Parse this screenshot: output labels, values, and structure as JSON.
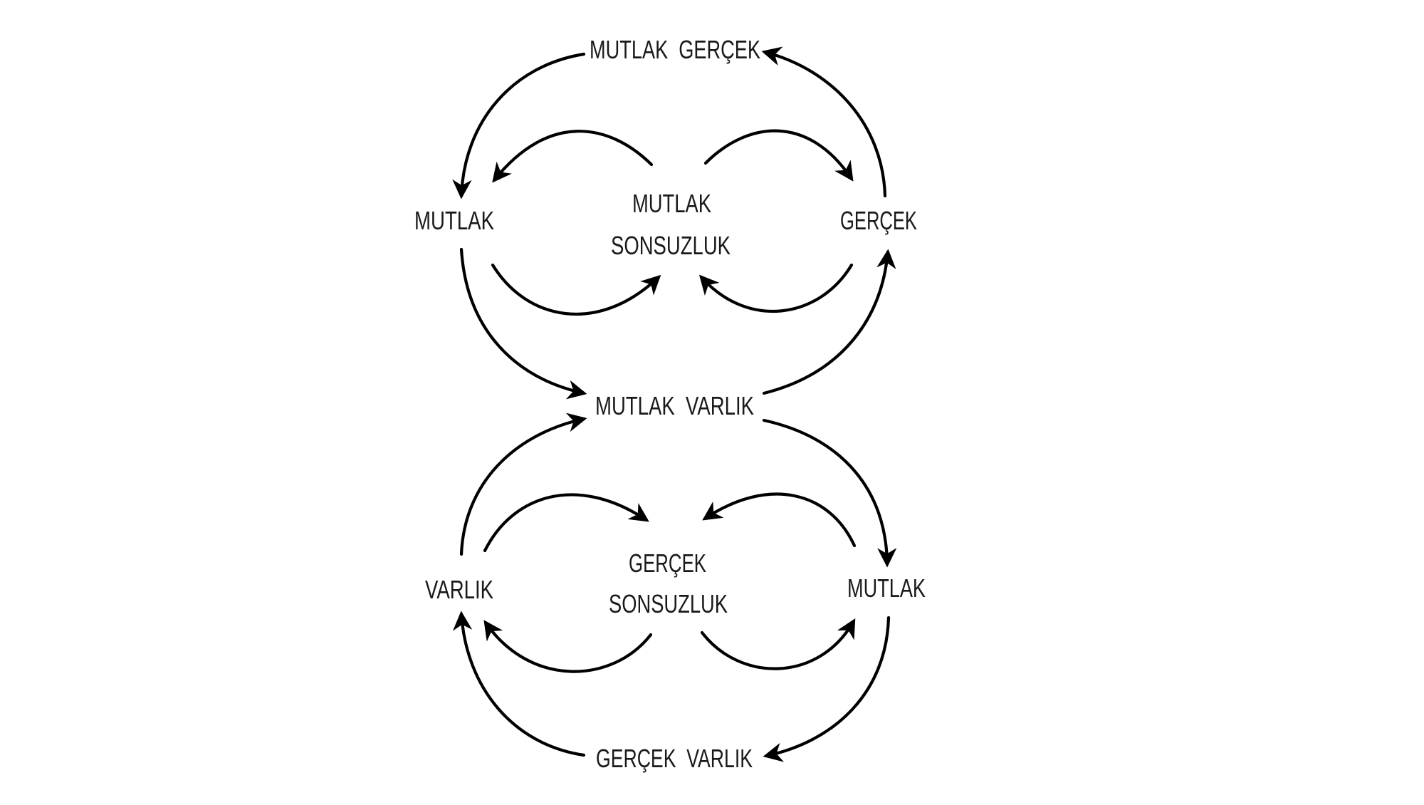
{
  "diagram": {
    "type": "concept-cycle",
    "colors": {
      "ink": "#000000",
      "text": "#1a1a1a",
      "background": "#ffffff"
    },
    "nodes": {
      "mutlak_gercek": {
        "label": "MUTLAK  GERÇEK"
      },
      "mutlak_top": {
        "label": "MUTLAK"
      },
      "mutlak_sonsuzluk": {
        "line1": "MUTLAK",
        "line2": "SONSUZLUK"
      },
      "gercek_top": {
        "label": "GERÇEK"
      },
      "mutlak_varlik": {
        "label": "MUTLAK  VARLIK"
      },
      "varlik_bottom": {
        "label": "VARLIK"
      },
      "gercek_sonsuzluk": {
        "line1": "GERÇEK",
        "line2": "SONSUZLUK"
      },
      "mutlak_bottom": {
        "label": "MUTLAK"
      },
      "gercek_varlik": {
        "label": "GERÇEK  VARLIK"
      }
    },
    "edges": [
      {
        "from": "MUTLAK GERÇEK",
        "to": "MUTLAK (top-left)"
      },
      {
        "from": "GERÇEK (top-right)",
        "to": "MUTLAK GERÇEK"
      },
      {
        "from": "MUTLAK SONSUZLUK",
        "to": "MUTLAK (top-left)"
      },
      {
        "from": "MUTLAK SONSUZLUK",
        "to": "GERÇEK (top-right)"
      },
      {
        "from": "MUTLAK (top-left)",
        "to": "MUTLAK SONSUZLUK"
      },
      {
        "from": "GERÇEK (top-right)",
        "to": "MUTLAK SONSUZLUK"
      },
      {
        "from": "MUTLAK (top-left)",
        "to": "MUTLAK VARLIK"
      },
      {
        "from": "MUTLAK VARLIK",
        "to": "GERÇEK (top-right)"
      },
      {
        "from": "VARLIK (bottom-left)",
        "to": "MUTLAK VARLIK"
      },
      {
        "from": "MUTLAK VARLIK",
        "to": "MUTLAK (bottom-right)"
      },
      {
        "from": "VARLIK (bottom-left)",
        "to": "GERÇEK SONSUZLUK"
      },
      {
        "from": "MUTLAK (bottom-right)",
        "to": "GERÇEK SONSUZLUK"
      },
      {
        "from": "GERÇEK SONSUZLUK",
        "to": "VARLIK (bottom-left)"
      },
      {
        "from": "GERÇEK SONSUZLUK",
        "to": "MUTLAK (bottom-right)"
      },
      {
        "from": "GERÇEK VARLIK",
        "to": "VARLIK (bottom-left)"
      },
      {
        "from": "MUTLAK (bottom-right)",
        "to": "GERÇEK VARLIK"
      }
    ]
  }
}
